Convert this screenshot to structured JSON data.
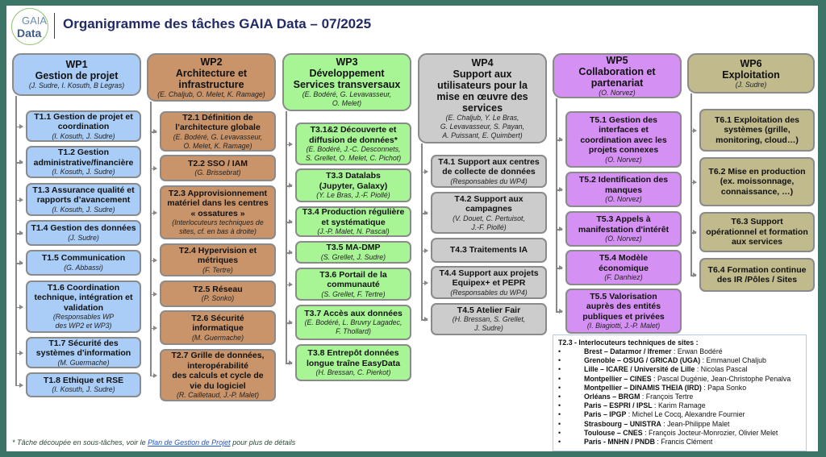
{
  "header": {
    "title": "Organigramme des tâches GAIA Data – 07/2025",
    "logo_text": [
      "GAIA",
      "Data"
    ]
  },
  "colors": {
    "wp1": "#a9cdf7",
    "wp2": "#c9946a",
    "wp3": "#a8f596",
    "wp4": "#cccccc",
    "wp5": "#d490f2",
    "wp6": "#c0ba8c"
  },
  "work_packages": [
    {
      "title": "WP1\nGestion de projet",
      "people": "(J. Sudre, I. Kosuth, B Legras)",
      "tasks": [
        {
          "title": "T1.1 Gestion de projet et\ncoordination",
          "people": "(I. Kosuth, J. Sudre)"
        },
        {
          "title": "T1.2 Gestion\nadministrative/financière",
          "people": "(I. Kosuth, J. Sudre)"
        },
        {
          "title": "T1.3 Assurance qualité et\nrapports d’avancement",
          "people": "(I. Kosuth, J. Sudre)"
        },
        {
          "title": "T1.4 Gestion des données",
          "people": "(J. Sudre)"
        },
        {
          "title": "T1.5 Communication",
          "people": "(G. Abbassi)"
        },
        {
          "title": "T1.6 Coordination\ntechnique, intégration et\nvalidation",
          "people": "(Responsables WP\ndes WP2 et WP3)"
        },
        {
          "title": "T1.7 Sécurité des\nsystèmes d'information",
          "people": "(M. Guermache)"
        },
        {
          "title": "T1.8 Ethique et RSE",
          "people": "(I. Kosuth, J. Sudre)"
        }
      ]
    },
    {
      "title": "WP2\nArchitecture et\ninfrastructure",
      "people": "(E. Chaljub, O. Melet, K. Ramage)",
      "tasks": [
        {
          "title": "T2.1 Définition de\nl’architecture globale",
          "people": "(E. Bodéré, G. Levavasseur,\nO. Melet, K. Ramage)"
        },
        {
          "title": "T2.2 SSO / IAM",
          "people": "(G. Brissebrat)"
        },
        {
          "title": "T2.3 Approvisionnement\nmatériel dans les centres\n« ossatures »",
          "people": "(Interlocuteurs techniques de\nsites, cf. en bas à droite)"
        },
        {
          "title": "T2.4 Hypervision et\nmétriques",
          "people": "(F. Tertre)"
        },
        {
          "title": "T2.5 Réseau",
          "people": "(P. Sonko)"
        },
        {
          "title": "T2.6 Sécurité\ninformatique",
          "people": "(M. Guermache)"
        },
        {
          "title": "T2.7 Grille de données,\ninteropérabilité\ndes calculs et cycle de\nvie du logiciel",
          "people": "(R. Cailletaud, J.-P. Malet)"
        }
      ]
    },
    {
      "title": "WP3\nDéveloppement\nServices transversaux",
      "people": "(E. Bodéré, G. Levavasseur,\nO. Melet)",
      "tasks": [
        {
          "title": "T3.1&2 Découverte et\ndiffusion de données*",
          "people": "(E. Bodéré, J.-C. Desconnets,\nS. Grellet, O. Melet, C. Pichot)"
        },
        {
          "title": "T3.3 Datalabs\n(Jupyter, Galaxy)",
          "people": "(Y. Le Bras, J.-F. Piollé)"
        },
        {
          "title": "T3.4 Production régulière\net systématique",
          "people": "(J.-P. Malet, N. Pascal)"
        },
        {
          "title": "T3.5 MA-DMP",
          "people": "(S. Grellet, J. Sudre)"
        },
        {
          "title": "T3.6 Portail de la\ncommunauté",
          "people": "(S. Grellet, F. Tertre)"
        },
        {
          "title": "T3.7 Accès aux données",
          "people": "(E. Bodéré, L. Bruvry Lagadec,\nF. Thollard)"
        },
        {
          "title": "T3.8 Entrepôt données\nlongue traîne EasyData",
          "people": "(H. Bressan, C. Pierkot)"
        }
      ]
    },
    {
      "title": "WP4\nSupport aux\nutilisateurs pour la\nmise en œuvre des\nservices",
      "people": "(E. Chaljub, Y. Le Bras,\nG. Levavasseur, S. Payan,\nA. Puissant, E. Quimbert)",
      "tasks": [
        {
          "title": "T4.1 Support aux centres\nde collecte de données",
          "people": "(Responsables du WP4)"
        },
        {
          "title": "T4.2 Support aux\ncampagnes",
          "people": "(V. Douet, C. Pertuisot,\nJ.-F. Piollé)"
        },
        {
          "title": "T4.3 Traitements IA",
          "people": ""
        },
        {
          "title": "T4.4 Support aux projets\nEquipex+ et PEPR",
          "people": "(Responsables du WP4)"
        },
        {
          "title": "T4.5 Atelier Fair",
          "people": "(H. Bressan, S. Grellet,\nJ. Sudre)"
        }
      ]
    },
    {
      "title": "WP5\nCollaboration et\npartenariat",
      "people": "(O. Norvez)",
      "tasks": [
        {
          "title": "T5.1 Gestion des\ninterfaces et\ncoordination avec les\nprojets connexes",
          "people": "(O. Norvez)"
        },
        {
          "title": "T5.2 Identification des\nmanques",
          "people": "(O. Norvez)"
        },
        {
          "title": "T5.3 Appels à\nmanifestation d'intérêt",
          "people": "(O. Norvez)"
        },
        {
          "title": "T5.4 Modèle\néconomique",
          "people": "(F. Danhiez)"
        },
        {
          "title": "T5.5 Valorisation\nauprès des entités\npubliques et privées",
          "people": "(I. Biagiotti, J.-P. Malet)"
        }
      ]
    },
    {
      "title": "WP6\nExploitation",
      "people": "(J. Sudre)",
      "tasks": [
        {
          "title": "T6.1 Exploitation des\nsystèmes (grille,\nmonitoring, cloud…)",
          "people": ""
        },
        {
          "title": "T6.2 Mise en production\n(ex. moissonnage,\nconnaissance, …)",
          "people": ""
        },
        {
          "title": "T6.3 Support\nopérationnel et formation\naux services",
          "people": ""
        },
        {
          "title": "T6.4 Formation continue\ndes IR /Pôles / Sites",
          "people": ""
        }
      ]
    }
  ],
  "sites_legend": {
    "title": "T2.3 - Interlocuteurs techniques de sites :",
    "bullet": "•",
    "items": [
      {
        "site": "Brest – Datarmor / Ifremer",
        "contacts": "Erwan Bodéré"
      },
      {
        "site": "Grenoble – OSUG / GRICAD (UGA)",
        "contacts": "Emmanuel Chaljub"
      },
      {
        "site": "Lille – ICARE / Université de Lille",
        "contacts": "Nicolas Pascal"
      },
      {
        "site": "Montpellier – CINES",
        "contacts": "Pascal Dugénie, Jean-Christophe Penalva"
      },
      {
        "site": "Montpellier – DINAMIS THEIA (IRD)",
        "contacts": "Papa Sonko"
      },
      {
        "site": "Orléans – BRGM",
        "contacts": "François Tertre"
      },
      {
        "site": "Paris – ESPRI / IPSL",
        "contacts": "Karim Ramage"
      },
      {
        "site": "Paris – IPGP",
        "contacts": "Michel Le Cocq, Alexandre Fournier"
      },
      {
        "site": "Strasbourg – UNISTRA",
        "contacts": "Jean-Philippe Malet"
      },
      {
        "site": "Toulouse – CNES",
        "contacts": "François Jocteur-Monrozier, Olivier Melet"
      },
      {
        "site": "Paris  - MNHN / PNDB",
        "contacts": "Francis Clément"
      }
    ]
  },
  "footnote": {
    "before": "* Tâche découpée en sous-tâches, voir le ",
    "link": "Plan de Gestion de Projet",
    "after": " pour plus de détails"
  }
}
